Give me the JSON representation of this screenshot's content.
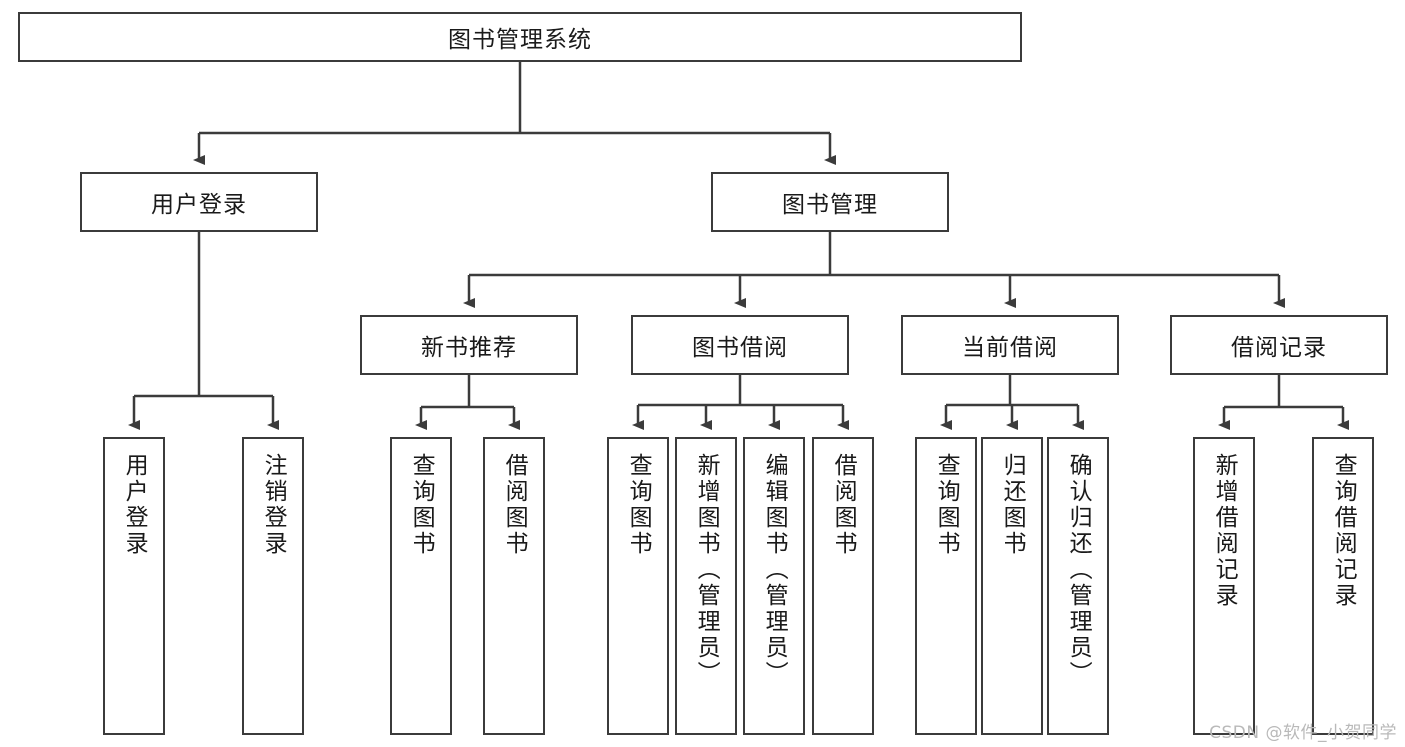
{
  "diagram": {
    "title": "图书管理系统",
    "watermark": "CSDN @软件_小贺同学",
    "colors": {
      "box_border": "#3b3b3b",
      "box_fill": "#ffffff",
      "edge": "#3b3b3b",
      "text": "#1a1a1a",
      "watermark": "#b9b9b9"
    },
    "root": {
      "label": "图书管理系统"
    },
    "level2": [
      {
        "label": "用户登录"
      },
      {
        "label": "图书管理"
      }
    ],
    "level3": [
      {
        "label": "新书推荐"
      },
      {
        "label": "图书借阅"
      },
      {
        "label": "当前借阅"
      },
      {
        "label": "借阅记录"
      }
    ],
    "leaves": {
      "user_login": [
        {
          "label": "用户登录"
        },
        {
          "label": "注销登录"
        }
      ],
      "new_book": [
        {
          "label": "查询图书"
        },
        {
          "label": "借阅图书"
        }
      ],
      "book_borrow": [
        {
          "label": "查询图书"
        },
        {
          "label": "新增图书（管理员）"
        },
        {
          "label": "编辑图书（管理员）"
        },
        {
          "label": "借阅图书"
        }
      ],
      "current_borrow": [
        {
          "label": "查询图书"
        },
        {
          "label": "归还图书"
        },
        {
          "label": "确认归还（管理员）"
        }
      ],
      "borrow_record": [
        {
          "label": "新增借阅记录"
        },
        {
          "label": "查询借阅记录"
        }
      ]
    }
  }
}
